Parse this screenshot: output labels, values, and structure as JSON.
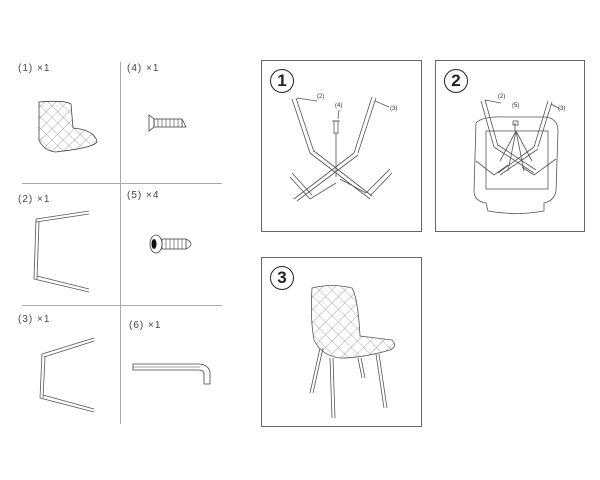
{
  "parts_list": {
    "items": [
      {
        "id": "(1)",
        "qty": "×1",
        "label": "(1) ×1",
        "part": "seat-shell"
      },
      {
        "id": "(4)",
        "qty": "×1",
        "label": "(4) ×1",
        "part": "flat-head-screw"
      },
      {
        "id": "(2)",
        "qty": "×1",
        "label": "(2) ×1",
        "part": "leg-frame-a"
      },
      {
        "id": "(5)",
        "qty": "×4",
        "label": "(5) ×4",
        "part": "round-head-bolt"
      },
      {
        "id": "(3)",
        "qty": "×1",
        "label": "(3) ×1",
        "part": "leg-frame-b"
      },
      {
        "id": "(6)",
        "qty": "×1",
        "label": "(6) ×1",
        "part": "allen-key"
      }
    ]
  },
  "steps": [
    {
      "number": "1",
      "callouts": [
        "(2)",
        "(4)",
        "(3)"
      ]
    },
    {
      "number": "2",
      "callouts": [
        "(2)",
        "(5)",
        "(3)"
      ]
    },
    {
      "number": "3",
      "callouts": []
    }
  ],
  "colors": {
    "line": "#666666",
    "text": "#333333",
    "background": "#ffffff"
  }
}
